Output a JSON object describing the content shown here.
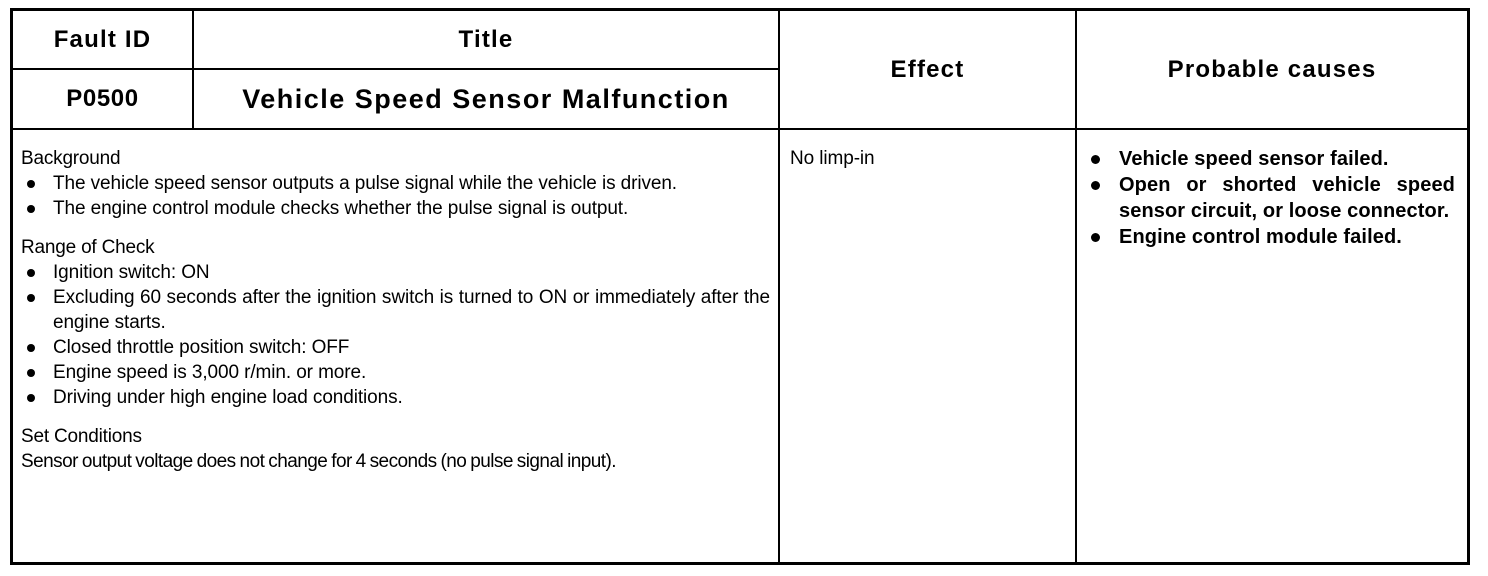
{
  "table": {
    "headers": {
      "fault_id": "Fault ID",
      "title": "Title",
      "effect": "Effect",
      "probable_causes": "Probable causes"
    },
    "row": {
      "fault_id": "P0500",
      "title": "Vehicle Speed Sensor Malfunction",
      "effect": "No limp-in",
      "detail": {
        "background": {
          "heading": "Background",
          "items": [
            "The vehicle speed sensor outputs a pulse signal while the vehicle is driven.",
            "The engine control module checks whether the pulse signal is output."
          ]
        },
        "range_of_check": {
          "heading": "Range of Check",
          "items": [
            "Ignition switch: ON",
            "Excluding 60 seconds after the ignition switch is turned to ON or immediately after the engine starts.",
            "Closed throttle position switch: OFF",
            "Engine speed is 3,000 r/min. or more.",
            "Driving under high engine load conditions."
          ]
        },
        "set_conditions": {
          "heading": "Set Conditions",
          "text": "Sensor output voltage does not change for 4 seconds (no pulse signal input)."
        }
      },
      "probable_causes": [
        "Vehicle speed sensor failed.",
        "Open or shorted vehicle speed sensor circuit, or loose connector.",
        "Engine control module failed."
      ]
    }
  },
  "colors": {
    "ink": "#000000",
    "paper": "#ffffff"
  }
}
